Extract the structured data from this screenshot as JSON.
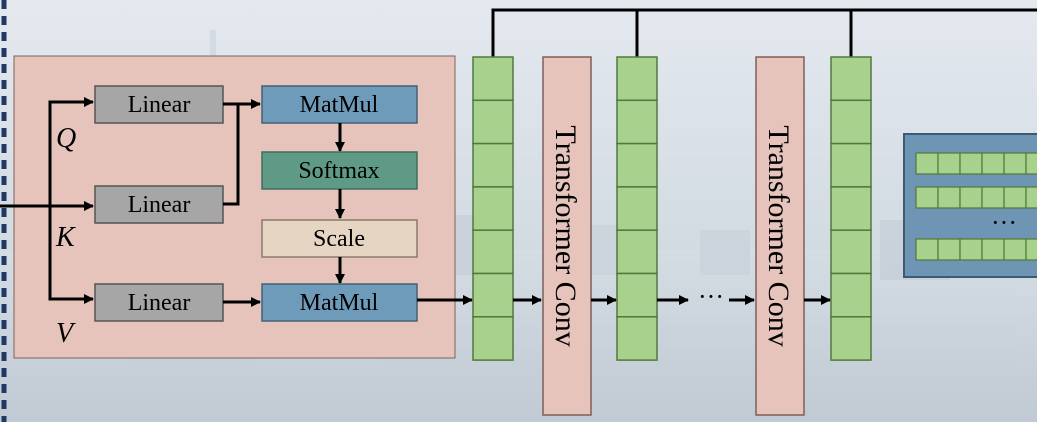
{
  "attention_block": {
    "linear_q_label": "Linear",
    "linear_k_label": "Linear",
    "linear_v_label": "Linear",
    "matmul_top_label": "MatMul",
    "softmax_label": "Softmax",
    "scale_label": "Scale",
    "matmul_bottom_label": "MatMul",
    "q_label": "Q",
    "k_label": "K",
    "v_label": "V"
  },
  "pipeline": {
    "transformer_conv_1_label": "Transformer Conv",
    "transformer_conv_2_label": "Transformer Conv",
    "ellipsis_label": "···",
    "output_ellipsis_label": "···"
  },
  "colors": {
    "attention_bg": "#e6c4bc",
    "linear_fill": "#a6a6a6",
    "matmul_fill": "#6f9bbb",
    "softmax_fill": "#5e9a86",
    "scale_fill": "#e6d5c3",
    "feature_cell": "#a9d18e",
    "conv_fill": "#e6c4bc",
    "output_bg": "#6f95b5",
    "left_dashes": "#1f3864"
  }
}
